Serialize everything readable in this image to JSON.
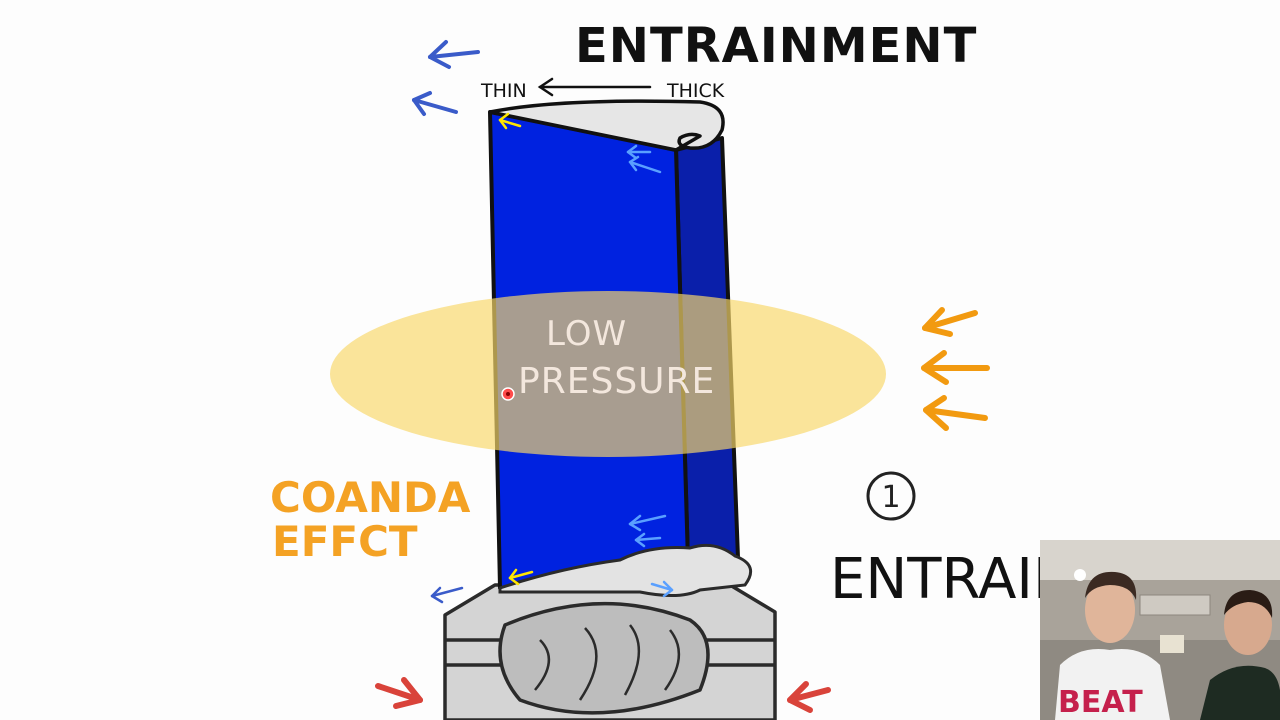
{
  "diagram": {
    "title": "ENTRAINMENT",
    "thin_label": "THIN",
    "thick_label": "THICK",
    "low_label": "LOW",
    "pressure_label": "PRESSURE",
    "coanda_line1": "COANDA",
    "coanda_line2": "EFFCT",
    "step_number": "1",
    "step_label": "ENTRAIN"
  },
  "colors": {
    "blade_blue": "#0022e0",
    "blade_dark_blue": "#0a1faa",
    "low_pressure_zone": "#f7d76a",
    "pressure_text": "#f3e7dd",
    "coanda_orange": "#f4a224",
    "incoming_arrows_orange": "#f29a10",
    "outgoing_arrows_blue": "#3a5bc9",
    "small_flow_arrows_yellow": "#ffe600",
    "bottom_arrows_red": "#d9433a",
    "base_gray": "#cfcfcf"
  },
  "webcam": {
    "shirt_text": "BEAT"
  }
}
